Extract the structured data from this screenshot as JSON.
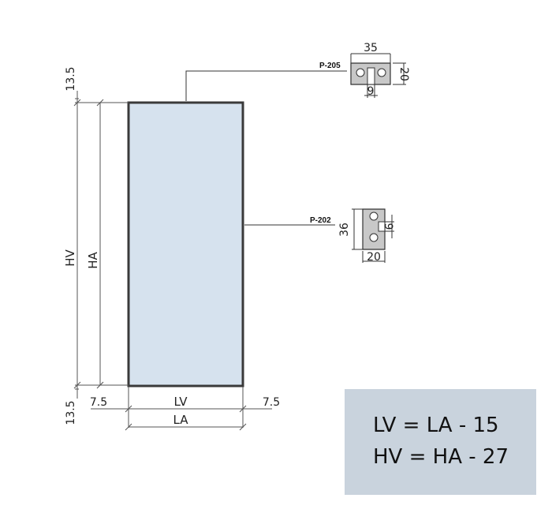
{
  "dimensions": {
    "top_offset": "13.5",
    "bottom_offset": "13.5",
    "left_offset": "7.5",
    "right_offset": "7.5",
    "hv": "HV",
    "ha": "HA",
    "lv": "LV",
    "la": "LA"
  },
  "profiles": {
    "top": {
      "code": "P-205",
      "width": "35",
      "height": "20",
      "slot": "9"
    },
    "side": {
      "code": "P-202",
      "width": "20",
      "height": "36",
      "slot": "9"
    }
  },
  "formulas": {
    "lv": "LV = LA - 15",
    "hv": "HV = HA - 27"
  },
  "colors": {
    "panel_fill": "#d6e2ee",
    "frame": "#3a3a3a",
    "formula_bg": "#c9d3dd",
    "profile_fill": "#c8c8c8"
  }
}
